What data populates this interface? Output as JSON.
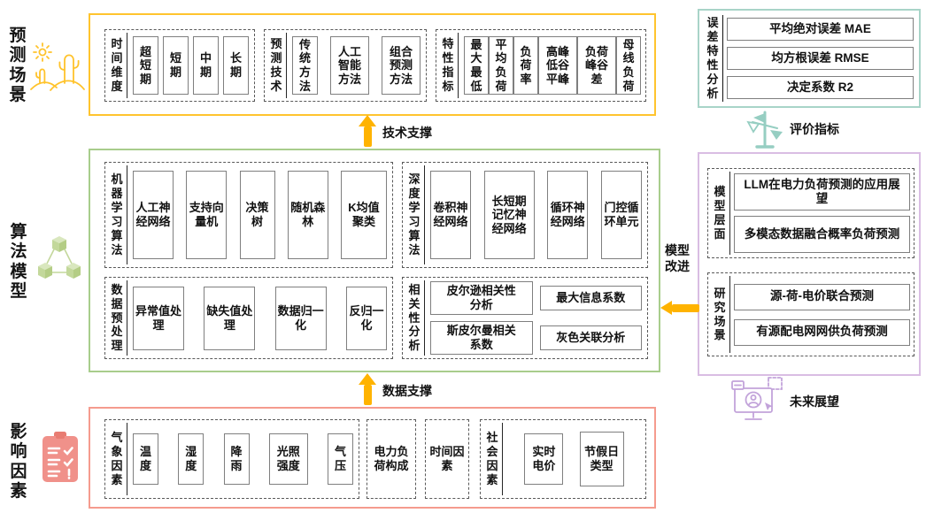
{
  "left_labels": {
    "scenario": "预测场景",
    "algorithm": "算法模型",
    "factors": "影响因素"
  },
  "top_box": {
    "groups": [
      {
        "label": "时间维度",
        "items": [
          "超短期",
          "短期",
          "中期",
          "长期"
        ]
      },
      {
        "label": "预测技术",
        "items": [
          "传统方法",
          "人工智能方法",
          "组合预测方法"
        ]
      },
      {
        "label": "特性指标",
        "items": [
          "最大最低",
          "平均负荷",
          "负荷率",
          "高峰低谷平峰",
          "负荷峰谷差",
          "母线负荷"
        ]
      }
    ]
  },
  "middle_box": {
    "groups": [
      {
        "label": "机器学习算法",
        "items": [
          "人工神经网络",
          "支持向量机",
          "决策树",
          "随机森林",
          "K均值聚类"
        ]
      },
      {
        "label": "深度学习算法",
        "items": [
          "卷积神经网络",
          "长短期记忆神经网络",
          "循环神经网络",
          "门控循环单元"
        ]
      },
      {
        "label": "数据预处理",
        "items": [
          "异常值处理",
          "缺失值处理",
          "数据归一化",
          "反归一化"
        ]
      },
      {
        "label": "相关性分析",
        "items": [
          "皮尔逊相关性分析",
          "斯皮尔曼相关系数",
          "最大信息系数",
          "灰色关联分析"
        ]
      }
    ]
  },
  "bottom_box": {
    "groups": [
      {
        "label": "气象因素",
        "items": [
          "温度",
          "湿度",
          "降雨",
          "光照强度",
          "气压"
        ]
      },
      {
        "label": "电力负荷构成"
      },
      {
        "label": "时间因素"
      },
      {
        "label": "社会因素",
        "items": [
          "实时电价",
          "节假日类型"
        ]
      }
    ]
  },
  "error_box": {
    "label": "误差特性分析",
    "items": [
      "平均绝对误差 MAE",
      "均方根误差 RMSE",
      "决定系数 R2"
    ]
  },
  "improve_box": {
    "groups": [
      {
        "label": "模型层面",
        "items": [
          "LLM在电力负荷预测的应用展望",
          "多模态数据融合概率负荷预测"
        ]
      },
      {
        "label": "研究场景",
        "items": [
          "源-荷-电价联合预测",
          "有源配电网网供负荷预测"
        ]
      }
    ]
  },
  "arrows": {
    "tech_support": "技术支撑",
    "data_support": "数据支撑",
    "model_improve": "模型改进"
  },
  "annotations": {
    "evaluation": "评价指标",
    "future": "未来展望"
  },
  "colors": {
    "top_border": "#FFC42E",
    "middle_border": "#A8CD8C",
    "bottom_border": "#F59B8E",
    "error_border": "#A8D4C8",
    "improve_border": "#D9BDE3",
    "arrow": "#FFB300",
    "desert_icon": "#FFC32B",
    "cubes_icon": "#C3D89B",
    "clipboard_icon": "#F0918A",
    "scale_icon": "#96CEC2",
    "monitor_icon": "#C2A3DA"
  }
}
